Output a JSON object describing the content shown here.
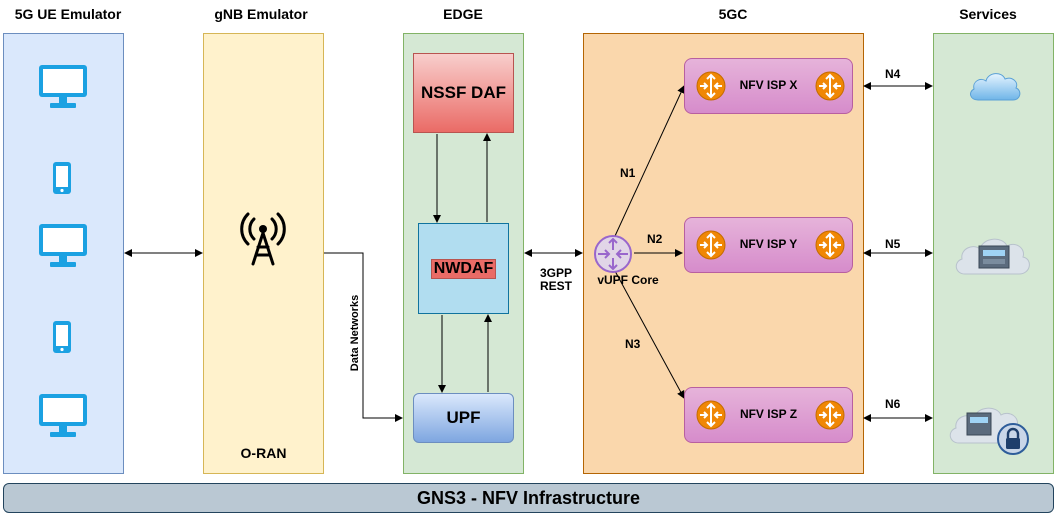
{
  "columns": {
    "ue": {
      "title": "5G UE Emulator"
    },
    "gnb": {
      "title": "gNB Emulator",
      "footer": "O-RAN"
    },
    "edge": {
      "title": "EDGE"
    },
    "core": {
      "title": "5GC"
    },
    "services": {
      "title": "Services"
    }
  },
  "edge_boxes": {
    "nssf": "NSSF DAF",
    "nwdaf": "NWDAF",
    "upf": "UPF"
  },
  "core": {
    "vupf": "vUPF Core",
    "nfv": [
      {
        "label": "NFV ISP X"
      },
      {
        "label": "NFV ISP Y"
      },
      {
        "label": "NFV ISP Z"
      }
    ]
  },
  "links": {
    "data_networks": "Data Networks",
    "rest_line1": "3GPP",
    "rest_line2": "REST",
    "n1": "N1",
    "n2": "N2",
    "n3": "N3",
    "n4": "N4",
    "n5": "N5",
    "n6": "N6"
  },
  "footer": "GNS3 - NFV Infrastructure",
  "colors": {
    "ue_fill": "#dae8fc",
    "ue_border": "#6c8ebf",
    "gnb_fill": "#fff2cc",
    "gnb_border": "#d6b656",
    "edge_fill": "#d5e8d4",
    "edge_border": "#82b366",
    "core_fill": "#fad7ac",
    "core_border": "#b46504",
    "services_fill": "#d5e8d4",
    "services_border": "#82b366",
    "monitor": "#1ba1e2",
    "router": "#f08705",
    "vupf": "#9966cc"
  },
  "icons": [
    "monitor-icon",
    "phone-icon",
    "antenna-icon",
    "router-icon",
    "cloud-icon",
    "server-cloud-icon",
    "lock-icon"
  ]
}
